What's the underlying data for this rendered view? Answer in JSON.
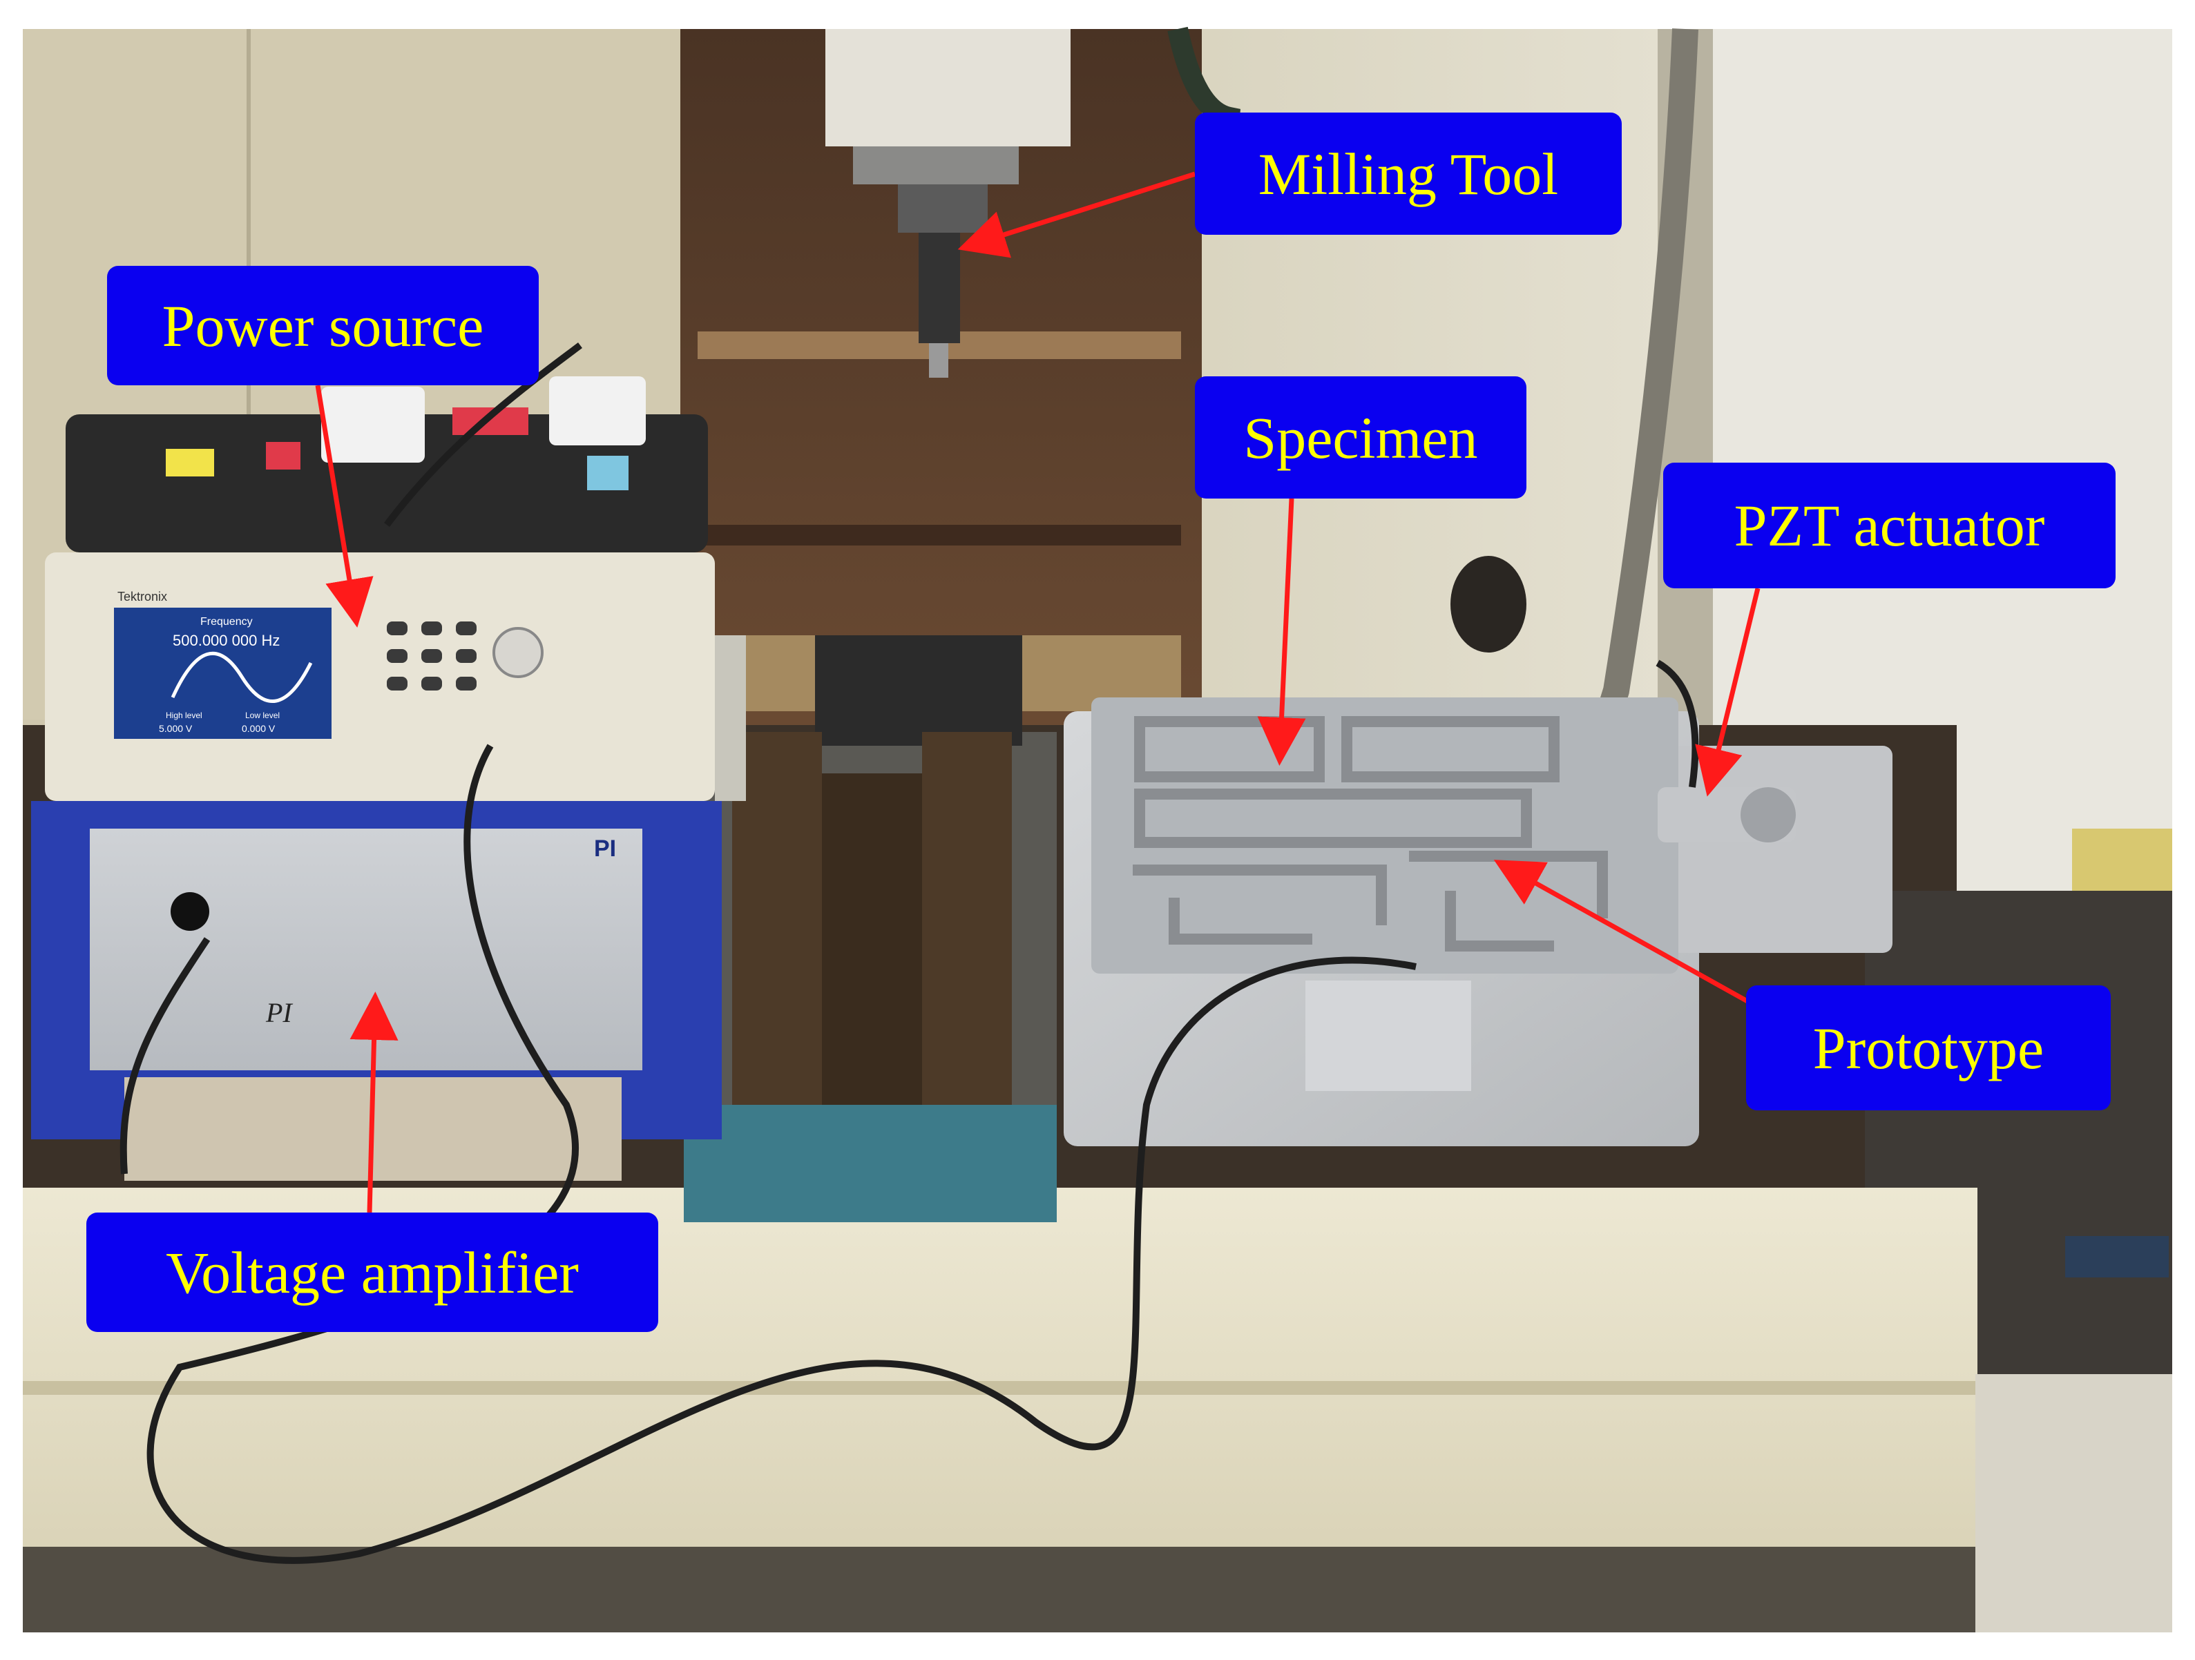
{
  "figure": {
    "photo_description_icon": "milling-machine-photo",
    "callout_bg": "#0a00f0",
    "callout_text_color": "#ffff00",
    "arrow_color": "#ff1a1a"
  },
  "labels": {
    "milling_tool": "Milling Tool",
    "power_source": "Power source",
    "specimen": "Specimen",
    "pzt_actuator": "PZT actuator",
    "prototype": "Prototype",
    "voltage_amplifier": "Voltage amplifier"
  },
  "equipment_text": {
    "generator_brand": "Tektronix",
    "generator_frequency_title": "Frequency",
    "generator_frequency_value": "500.000 000 Hz",
    "generator_high_level": "High level",
    "generator_low_level": "Low level",
    "generator_high_value": "5.000 V",
    "generator_low_value": "0.000 V",
    "amplifier_brand": "PI",
    "amplifier_handwritten": "PI"
  }
}
